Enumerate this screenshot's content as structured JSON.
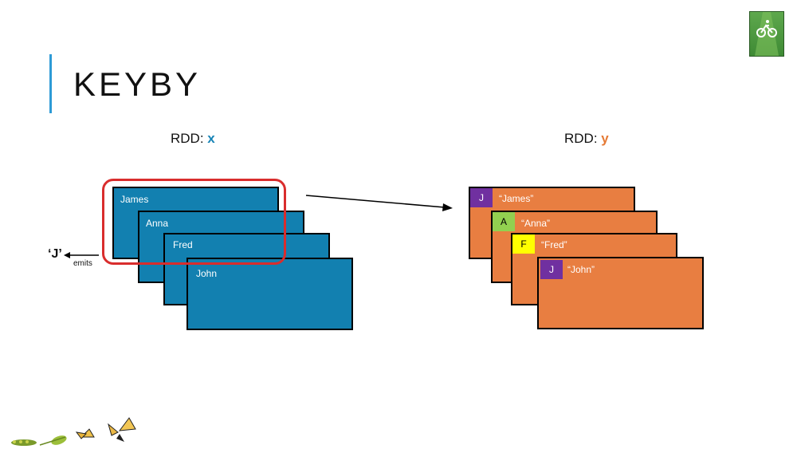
{
  "slide": {
    "title": "KEYBY"
  },
  "rdd_x": {
    "label": "RDD: ",
    "var": "x",
    "items": [
      "James",
      "Anna",
      "Fred",
      "John"
    ]
  },
  "rdd_y": {
    "label": "RDD: ",
    "var": "y",
    "items": [
      {
        "key": "J",
        "value": "“James”",
        "key_color": "#7030a0"
      },
      {
        "key": "A",
        "value": "“Anna”",
        "key_color": "#92d050"
      },
      {
        "key": "F",
        "value": "“Fred”",
        "key_color": "#ffff00"
      },
      {
        "key": "J",
        "value": "“John”",
        "key_color": "#7030a0"
      }
    ]
  },
  "emit": {
    "value": "‘J’",
    "label": "emits"
  },
  "colors": {
    "blue": "#1280b0",
    "orange": "#e87e41",
    "highlight": "#d92d2d",
    "accent": "#2e9bd6"
  },
  "icons": {
    "logo": "bike-lane-icon",
    "footer": "butterfly-lifecycle-icon"
  }
}
